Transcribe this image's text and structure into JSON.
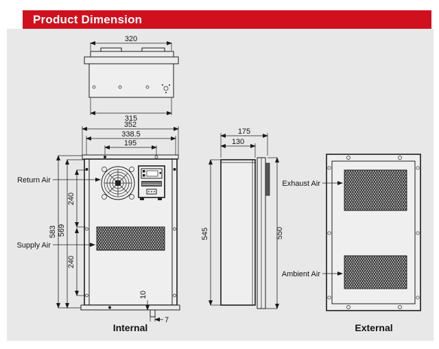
{
  "header": {
    "title": "Product Dimension"
  },
  "colors": {
    "accent_red": "#d0101f",
    "canvas_gray": "#e8e8e8",
    "line": "#1a1a1a"
  },
  "top_view": {
    "width_top": "320",
    "width_bottom": "315"
  },
  "internal_view": {
    "caption": "Internal",
    "width_overall": "352",
    "width_mounting": "338.5",
    "width_ports": "195",
    "height_overall": "583",
    "height_body": "569",
    "spacing_upper": "240",
    "spacing_lower": "240",
    "tab_height": "10",
    "tab_width": "7",
    "label_return_air": "Return Air",
    "label_supply_air": "Supply Air"
  },
  "side_view": {
    "depth_overall": "175",
    "depth_body": "130",
    "height_body": "545",
    "height_panel": "550"
  },
  "external_view": {
    "caption": "External",
    "label_exhaust_air": "Exhaust Air",
    "label_ambient_air": "Ambient Air"
  }
}
